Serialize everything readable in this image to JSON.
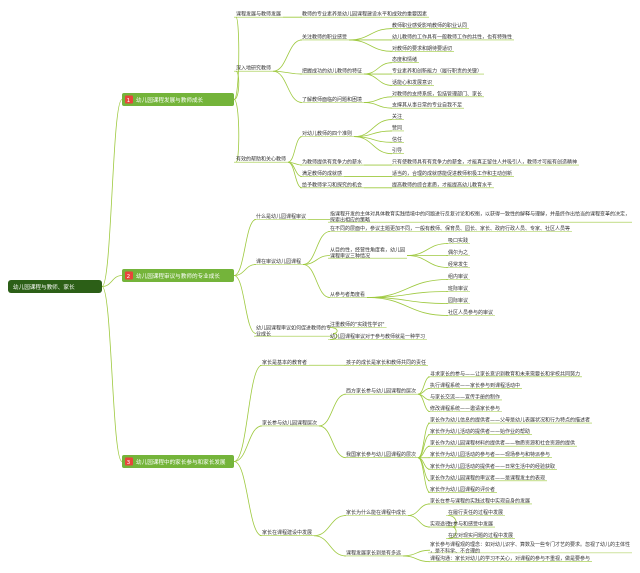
{
  "colors": {
    "root": "#2c5f17",
    "branch": "#74b43a",
    "line": "#9ec93f",
    "badge": "#e8453c"
  },
  "root": {
    "label": "幼儿园课程与教师、家长"
  },
  "branches": [
    {
      "id": "b1",
      "num": "1",
      "label": "幼儿园课程发展与教师成长",
      "children": [
        {
          "label": "课程发展与教师发展",
          "children": [
            {
              "label": "教师的专业素养是幼儿园课程建设水平和成效的重要因素"
            }
          ]
        },
        {
          "label": "深入地研究教师",
          "children": [
            {
              "label": "关注教师的职业感受",
              "children": [
                {
                  "label": "教师职业感受影响教师的职业认同"
                },
                {
                  "label": "幼儿教师的工作具有一般教师工作的共性，也有特殊性"
                },
                {
                  "label": "对教师的要求和期待要适切"
                }
              ]
            },
            {
              "label": "把握成功的幼儿教师的特征",
              "children": [
                {
                  "label": "态度和情绪"
                },
                {
                  "label": "专业素养和创新能力（履行职责的关键）"
                },
                {
                  "label": "话能心和发展意识"
                }
              ]
            },
            {
              "label": "了解教师面临的问题和困境",
              "children": [
                {
                  "label": "对教师的支持系统，包括管理部门、家长"
                },
                {
                  "label": "支撑其从事日常的专业自我不足"
                }
              ]
            }
          ]
        },
        {
          "label": "有效的帮助和关心教师",
          "children": [
            {
              "label": "对幼儿教师的四个准则",
              "children": [
                {
                  "label": "关注"
                },
                {
                  "label": "赞同"
                },
                {
                  "label": "信任"
                },
                {
                  "label": "引导"
                }
              ]
            },
            {
              "label": "为教师提供有竞争力的薪水",
              "children": [
                {
                  "label": "只有使教师具有有竞争力的薪金，才能真正留住人并吸引人，教师才可能有创造精神"
                }
              ]
            },
            {
              "label": "满足教师的成就感",
              "children": [
                {
                  "label": "适当的，合理的成就感能促进教师积极工作和主动创新"
                }
              ]
            },
            {
              "label": "给予教师学习和探究的机会",
              "children": [
                {
                  "label": "提高教师的综合素质，才能提高幼儿教育水平"
                }
              ]
            }
          ]
        }
      ]
    },
    {
      "id": "b2",
      "num": "2",
      "label": "幼儿园课程审议与教师的专业成长",
      "children": [
        {
          "label": "什么是幼儿园课程审议",
          "children": [
            {
              "label": "指课程开发的主体对具体教育实践情境中的问题进行反复讨论和权衡，以获得一致性的解释与理解，并最终作出恰当的课程变革的决定，探索出相应的策略"
            }
          ]
        },
        {
          "label": "课在审议幼儿园课程",
          "children": [
            {
              "label": "在不同的层面中，参议主题更加不同，一般有教师、保育员、园长、家长、政府行政人员、专家、社区人员等"
            },
            {
              "label": "从目的性，经营性角度看，幼儿园课程审议三种情况",
              "children": [
                {
                  "label": "吸口实践"
                },
                {
                  "label": "偶尔为之"
                },
                {
                  "label": "经常发生"
                }
              ]
            },
            {
              "label": "从参与者角度看",
              "children": [
                {
                  "label": "组内审议"
                },
                {
                  "label": "班际审议"
                },
                {
                  "label": "园际审议"
                },
                {
                  "label": "社区人员参与的审议"
                }
              ]
            }
          ]
        },
        {
          "label": "幼儿园课程审议如何促进教师的专业成长",
          "children": [
            {
              "label": "注重教师的\"实践性学识\""
            },
            {
              "label": "幼儿园课程审议对于参与教师就是一种学习"
            }
          ]
        }
      ]
    },
    {
      "id": "b3",
      "num": "3",
      "label": "幼儿园课程中的家长参与和家长发展",
      "children": [
        {
          "label": "家长是基本的教育者",
          "children": [
            {
              "label": "孩子的成长是家长和教师共同的责任"
            }
          ]
        },
        {
          "label": "家长参与幼儿园课程层次",
          "children": [
            {
              "label": "西方家长参与幼儿园课程的层次",
              "children": [
                {
                  "label": "寻求家长的参与——让家长意识到教育和未来需要长和学校共同努力"
                },
                {
                  "label": "执行课程系统——家长参与到课程活动中"
                },
                {
                  "label": "与家长交流——宣传手册的制作"
                },
                {
                  "label": "修改课程系统——邀请家长参与"
                }
              ]
            },
            {
              "label": "我国家长参与幼儿园课程的层次",
              "children": [
                {
                  "label": "家长作为幼儿信息的提供者——父母是幼儿表展状况和行为特点的描述者"
                },
                {
                  "label": "家长作为幼儿活动的提供者——始作业的帮助"
                },
                {
                  "label": "家长作为幼儿园课程材料的提供者——物质资源和社会资源的提供"
                },
                {
                  "label": "家长作为幼儿园活动的参与者——现场参与和特派参与"
                },
                {
                  "label": "家长作为幼儿园活动的提供者——日常生活中的经验获取"
                },
                {
                  "label": "家长作为幼儿园课程的审议者——是课程发主的表现"
                },
                {
                  "label": "家长作为幼儿园课程的评价者"
                }
              ]
            }
          ]
        },
        {
          "label": "家长在课程建设中发展",
          "children": [
            {
              "label": "家长为什么能在课程中成长",
              "children": [
                {
                  "label": "家长在参与课程的实践过程中实现自身的发展"
                },
                {
                  "label": "实现途径",
                  "children": [
                    {
                      "label": "在履行责任的过程中发展"
                    },
                    {
                      "label": "在参与和感受中发展"
                    },
                    {
                      "label": "在应对现实问题的过程中发展"
                    }
                  ]
                }
              ]
            },
            {
              "label": "课程发展家长到是有多远",
              "children": [
                {
                  "label": "家长参与课程观的理念：如对幼儿识字、算数及一些专门才艺的要求。忽视了幼儿的主体性，是不科学、不合理的"
                },
                {
                  "label": "课程沟通：家长对幼儿的学习不关心，对课程的参与不重视，做是要参与"
                }
              ]
            }
          ]
        }
      ]
    }
  ]
}
